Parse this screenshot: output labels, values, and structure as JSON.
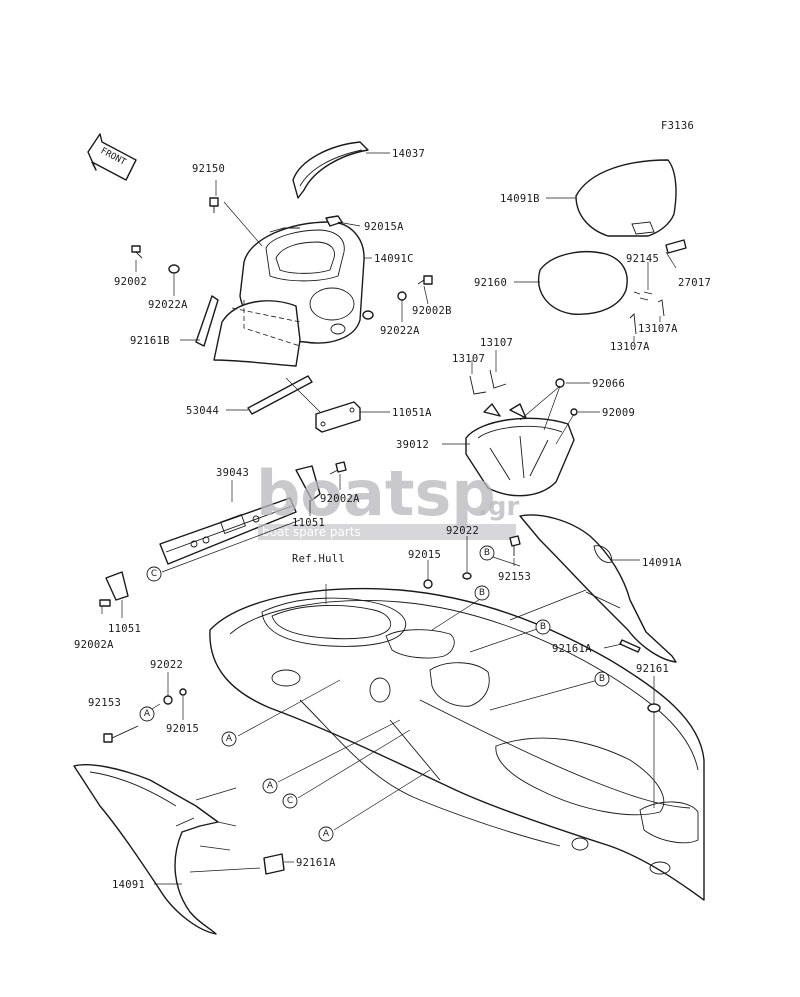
{
  "figure_code": "F3136",
  "front_arrow_text": "FRONT",
  "ref_hull_text": "Ref.Hull",
  "watermark": {
    "big": "boatsp",
    "suffix": ".gr",
    "small": "boat spare parts"
  },
  "callouts": {
    "14037": "14037",
    "92150": "92150",
    "92015A": "92015A",
    "14091C": "14091C",
    "92002_top": "92002",
    "92022A_left": "92022A",
    "92002B": "92002B",
    "92022A_right": "92022A",
    "92161B": "92161B",
    "53044": "53044",
    "11051A": "11051A",
    "39043": "39043",
    "92002A_mid": "92002A",
    "11051_mid": "11051",
    "11051_low": "11051",
    "92002A_low": "92002A",
    "14091B": "14091B",
    "92145": "92145",
    "27017": "27017",
    "92160": "92160",
    "13107A_right": "13107A",
    "13107A_low": "13107A",
    "13107_right": "13107",
    "13107_left": "13107",
    "92066": "92066",
    "92009": "92009",
    "39012": "39012",
    "92022_mid": "92022",
    "92015_mid": "92015",
    "92153_mid": "92153",
    "14091A": "14091A",
    "92161A_right": "92161A",
    "92161": "92161",
    "92022_low": "92022",
    "92153_low": "92153",
    "92015_low": "92015",
    "14091": "14091",
    "92161A_low": "92161A"
  },
  "refs": {
    "A": "A",
    "B": "B",
    "C": "C"
  }
}
